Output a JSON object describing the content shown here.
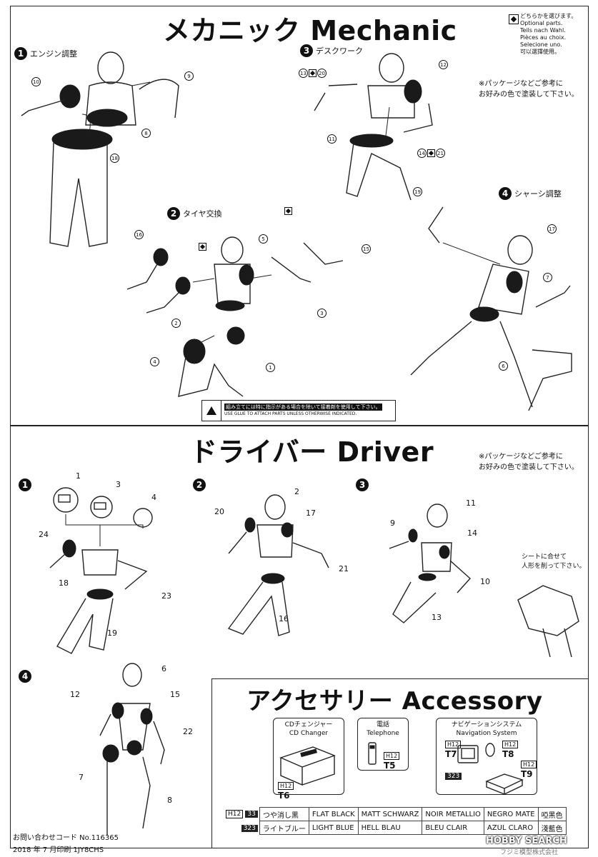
{
  "mechanic": {
    "title": "メカニック Mechanic",
    "optional_box": {
      "lines": [
        "どちらかを選びます。",
        "Optional parts.",
        "Teils nach Wahl.",
        "Pièces au choix.",
        "Selecione uno.",
        "可以選擇使用。"
      ]
    },
    "color_note": [
      "※パッケージなどご参考に",
      "お好みの色で塗装して下さい。"
    ],
    "steps": [
      {
        "num": "1",
        "label": "エンジン調整"
      },
      {
        "num": "2",
        "label": "タイヤ交換"
      },
      {
        "num": "3",
        "label": "デスクワーク"
      },
      {
        "num": "4",
        "label": "シャーシ調整"
      }
    ],
    "parts": {
      "s1": [
        "10",
        "9",
        "8",
        "18"
      ],
      "s3": [
        "12",
        "11",
        "13",
        "20",
        "14",
        "21"
      ],
      "s2": [
        "16",
        "5",
        "15",
        "2",
        "3",
        "4",
        "1"
      ],
      "s4": [
        "19",
        "17",
        "7",
        "6"
      ]
    },
    "glue_note": {
      "jp": "組み立てには特に指示がある場合を除いて接着剤を使用して下さい。",
      "en": "USE GLUE TO ATTACH PARTS UNLESS OTHERWISE INDICATED."
    }
  },
  "driver": {
    "title": "ドライバー Driver",
    "color_note": [
      "※パッケージなどご参考に",
      "お好みの色で塗装して下さい。"
    ],
    "steps": [
      "1",
      "2",
      "3",
      "4"
    ],
    "parts": {
      "s1": [
        "1",
        "3",
        "4",
        "24",
        "18",
        "23",
        "19"
      ],
      "s2": [
        "2",
        "20",
        "17",
        "21",
        "16"
      ],
      "s3": [
        "11",
        "9",
        "14",
        "10",
        "13"
      ],
      "s4": [
        "6",
        "12",
        "15",
        "22",
        "7",
        "8"
      ]
    },
    "seat_note": [
      "シートに合せて",
      "人形を削って下さい。"
    ]
  },
  "accessory": {
    "title": "アクセサリー Accessory",
    "items": [
      {
        "jp": "CDチェンジャー",
        "en": "CD Changer",
        "paint": "H12",
        "code": "T6"
      },
      {
        "jp": "電話",
        "en": "Telephone",
        "paint": "H12",
        "code": "T5"
      },
      {
        "jp": "ナビゲーションシステム",
        "en": "Navigation System",
        "paint": "H12",
        "code_a": "T7",
        "code_b": "T8",
        "code_c": "T9",
        "dark": "323"
      }
    ],
    "paint_table": [
      {
        "h": "H12",
        "n": "33",
        "jp": "つや消し黒",
        "en": "FLAT BLACK",
        "de": "MATT SCHWARZ",
        "fr": "NOIR METALLIO",
        "es": "NEGRO MATE",
        "cn": "啞黑色"
      },
      {
        "h": "",
        "n": "323",
        "jp": "ライトブルー",
        "en": "LIGHT BLUE",
        "de": "HELL BLAU",
        "fr": "BLEU CLAIR",
        "es": "AZUL CLARO",
        "cn": "淺藍色"
      }
    ]
  },
  "footer": {
    "inquiry": "お問い合わせコード No.116365",
    "print": "2018 年 7 月印刷  1JY8CHS",
    "company": "フジミ模型株式会社",
    "watermark": "HOBBY SEARCH"
  }
}
